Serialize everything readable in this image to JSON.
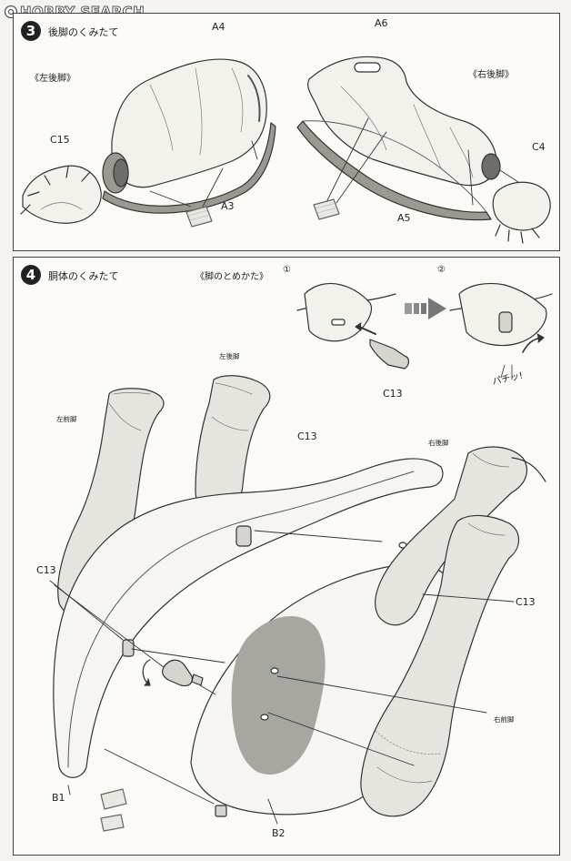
{
  "watermark": {
    "brand": "HOBBY SEARCH"
  },
  "step3": {
    "number": "3",
    "title": "後脚のくみたて",
    "left_caption": "《左後脚》",
    "right_caption": "《右後脚》",
    "parts": {
      "A4": "A4",
      "A6": "A6",
      "C15": "C15",
      "A3": "A3",
      "C4": "C4",
      "A5": "A5"
    }
  },
  "step4": {
    "number": "4",
    "title": "胴体のくみたて",
    "subtitle": "《脚のとめかた》",
    "sub_step1": "①",
    "sub_step2": "②",
    "detail_part": "C13",
    "snap_text": "パチッ!",
    "labels": {
      "left_rear_leg": "左後脚",
      "left_front_leg": "左前脚",
      "right_rear_leg": "右後脚",
      "right_front_leg": "右前脚",
      "c13_top": "C13",
      "c13_left": "C13",
      "c13_right": "C13",
      "b1": "B1",
      "b2": "B2"
    }
  }
}
